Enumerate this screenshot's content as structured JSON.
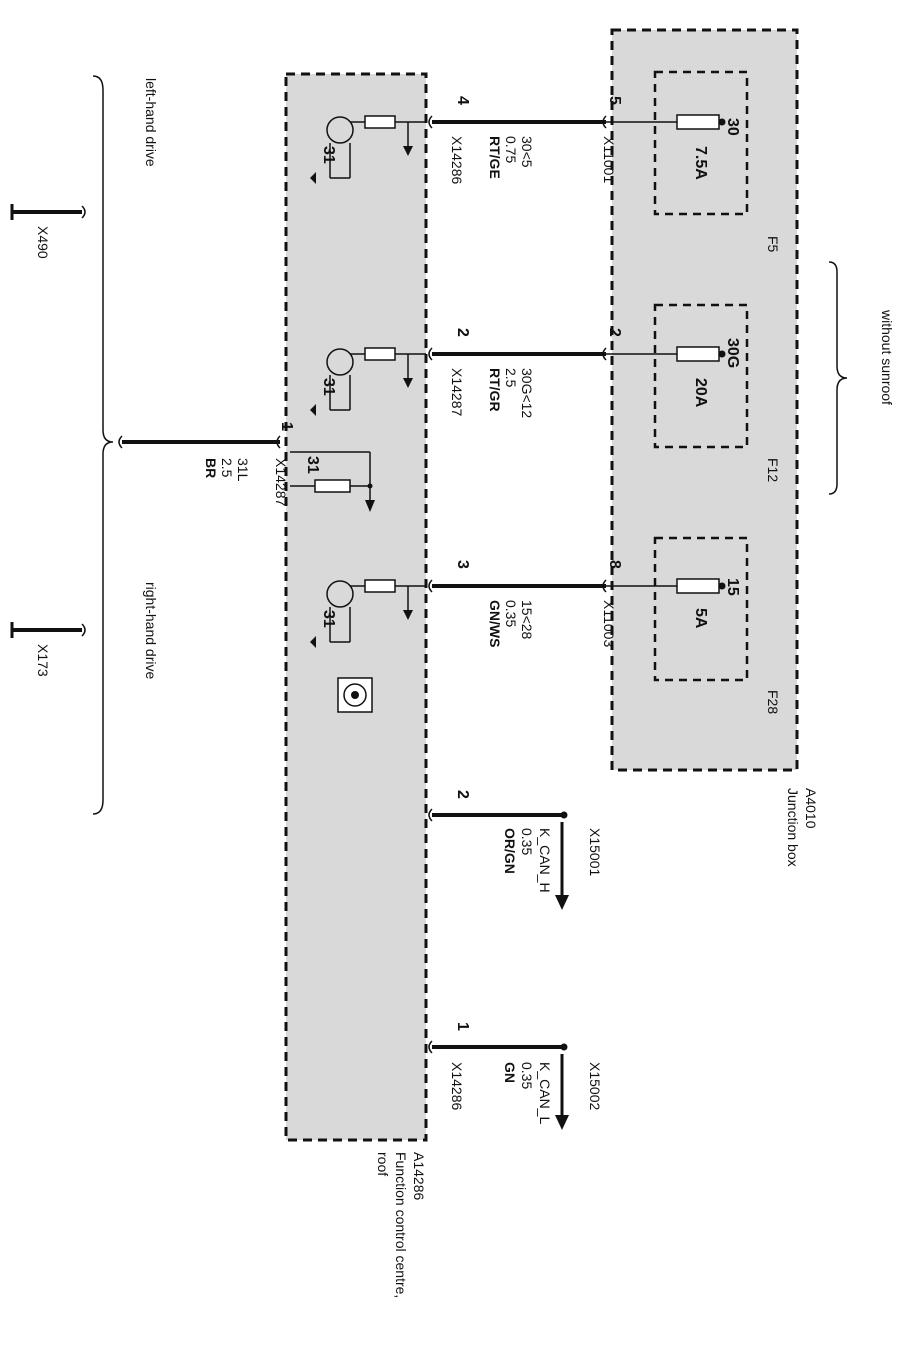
{
  "junction_box": {
    "id": "A4010",
    "name": "Junction box"
  },
  "control_unit": {
    "id": "A14286",
    "name": "Function control centre,",
    "name2": "roof"
  },
  "note_sunroof": "without sunroof",
  "fuses": [
    {
      "id": "F5",
      "terminal": "30",
      "rating": "7.5A"
    },
    {
      "id": "F12",
      "terminal": "30G",
      "rating": "20A"
    },
    {
      "id": "F28",
      "terminal": "15",
      "rating": "5A"
    }
  ],
  "wires": [
    {
      "jb_pin": "5",
      "jb_connector": "X11001",
      "cu_pin": "4",
      "cu_connector": "X14286",
      "signal": "30<5",
      "size": "0.75",
      "color": "RT/GE"
    },
    {
      "jb_pin": "2",
      "jb_connector": "",
      "cu_pin": "2",
      "cu_connector": "X14287",
      "signal": "30G<12",
      "size": "2.5",
      "color": "RT/GR"
    },
    {
      "jb_pin": "8",
      "jb_connector": "X11003",
      "cu_pin": "3",
      "cu_connector": "",
      "signal": "15<28",
      "size": "0.35",
      "color": "GN/WS"
    }
  ],
  "can_wires": [
    {
      "cu_pin": "2",
      "cu_connector": "",
      "signal": "K_CAN_H",
      "size": "0.35",
      "color": "OR/GN",
      "connector": "X15001"
    },
    {
      "cu_pin": "1",
      "cu_connector": "X14286",
      "signal": "K_CAN_L",
      "size": "0.35",
      "color": "GN",
      "connector": "X15002"
    }
  ],
  "ground": {
    "pin": "1",
    "connector": "X14287",
    "signal": "31L",
    "size": "2.5",
    "color": "BR",
    "internal": "31"
  },
  "internal_ground": "31",
  "lhd": {
    "label": "left-hand drive",
    "connector": "X490"
  },
  "rhd": {
    "label": "right-hand drive",
    "connector": "X173"
  }
}
